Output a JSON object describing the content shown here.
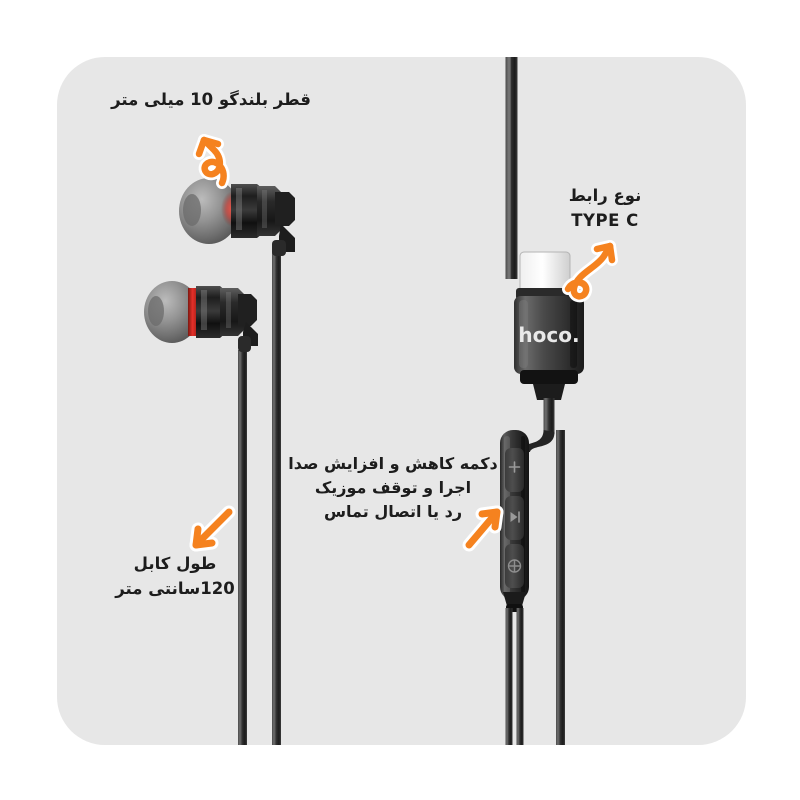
{
  "product": {
    "brand": "hoco.",
    "background_color": "#e7e7e7",
    "page_color": "#ffffff",
    "accent_color": "#f5821f",
    "text_color": "#1d1d1d",
    "body_color": "#2b2b2b",
    "tip_color": "#8d8d8d",
    "highlight_color": "#e03127"
  },
  "annotations": {
    "driver": {
      "text": "قطر بلندگو 10 میلی متر",
      "arrow": "curly-arrow-up"
    },
    "connector": {
      "line1": "نوع رابط",
      "line2": "TYPE C",
      "arrow": "curly-arrow-up-left"
    },
    "remote": {
      "line1": "دکمه کاهش و افزایش صدا",
      "line2": "اجرا و توقف موزیک",
      "line3": "رد یا اتصال تماس",
      "arrow": "straight-arrow-up-right"
    },
    "cable": {
      "line1": "طول کابل",
      "line2": "120سانتی متر",
      "arrow": "straight-arrow-down-left"
    }
  },
  "remote_buttons": [
    {
      "name": "volume-up",
      "glyph": "+"
    },
    {
      "name": "play-pause",
      "glyph": "play"
    },
    {
      "name": "volume-down",
      "glyph": "-"
    }
  ]
}
